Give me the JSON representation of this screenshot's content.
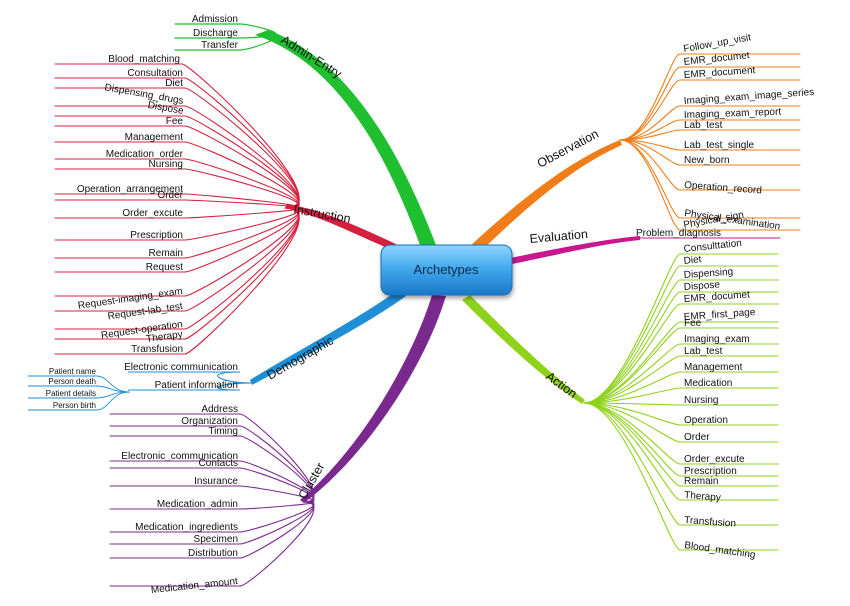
{
  "center": {
    "label": "Archetypes"
  },
  "branches": {
    "admin_entry": {
      "label": "Admin-Entry",
      "color": "#1fbf2f",
      "leaves": [
        "Admission",
        "Discharge",
        "Transfer"
      ]
    },
    "instruction": {
      "label": "Instruction",
      "color": "#d4203f",
      "leaves": [
        "Blood_matching",
        "Consultation",
        "Diet",
        "Dispensing_drugs",
        "Dispose",
        "Fee",
        "Management",
        "Medication_order",
        "Nursing",
        "Operation_arrangement",
        "Order",
        "Order_excute",
        "Prescription",
        "Remain",
        "Request",
        "Request-imaging_exam",
        "Request-lab_test",
        "Request-operation",
        "Therapy",
        "Transfusion"
      ]
    },
    "demographic": {
      "label": "Demographic",
      "color": "#1e8fd6",
      "leaves": [
        "Electronic communication",
        "Patient information"
      ],
      "subleaves": [
        "Patient name",
        "Person death",
        "Patient details",
        "Person birth"
      ]
    },
    "cluster": {
      "label": "Cluster",
      "color": "#7a2a8e",
      "leaves": [
        "Address",
        "Organization",
        "Timing",
        "Electronic_communication",
        "Contacts",
        "Insurance",
        "Medication_admin",
        "Medication_ingredients",
        "Specimen",
        "Distribution",
        "Medication_amount"
      ]
    },
    "observation": {
      "label": "Observation",
      "color": "#f07d18",
      "leaves": [
        "Follow_up_visit",
        "EMR_documet",
        "EMR_document",
        "Imaging_exam_image_series",
        "Imaging_exam_report",
        "Lab_test",
        "Lab_test_single",
        "New_born",
        "Operation_record",
        "Physical_examination",
        "Physical_sign"
      ]
    },
    "evaluation": {
      "label": "Evaluation",
      "color": "#c8178f",
      "leaves": [
        "Problem_diagnosis"
      ]
    },
    "action": {
      "label": "Action",
      "color": "#8fd21c",
      "leaves": [
        "Consulttation",
        "Diet",
        "Dispensing",
        "Dispose",
        "EMR_documet",
        "EMR_first_page",
        "Fee",
        "Imaging_exam",
        "Lab_test",
        "Management",
        "Medication",
        "Nursing",
        "Operation",
        "Order",
        "Order_excute",
        "Prescription",
        "Remain",
        "Therapy",
        "Transfusion",
        "Blood_matching"
      ]
    }
  }
}
